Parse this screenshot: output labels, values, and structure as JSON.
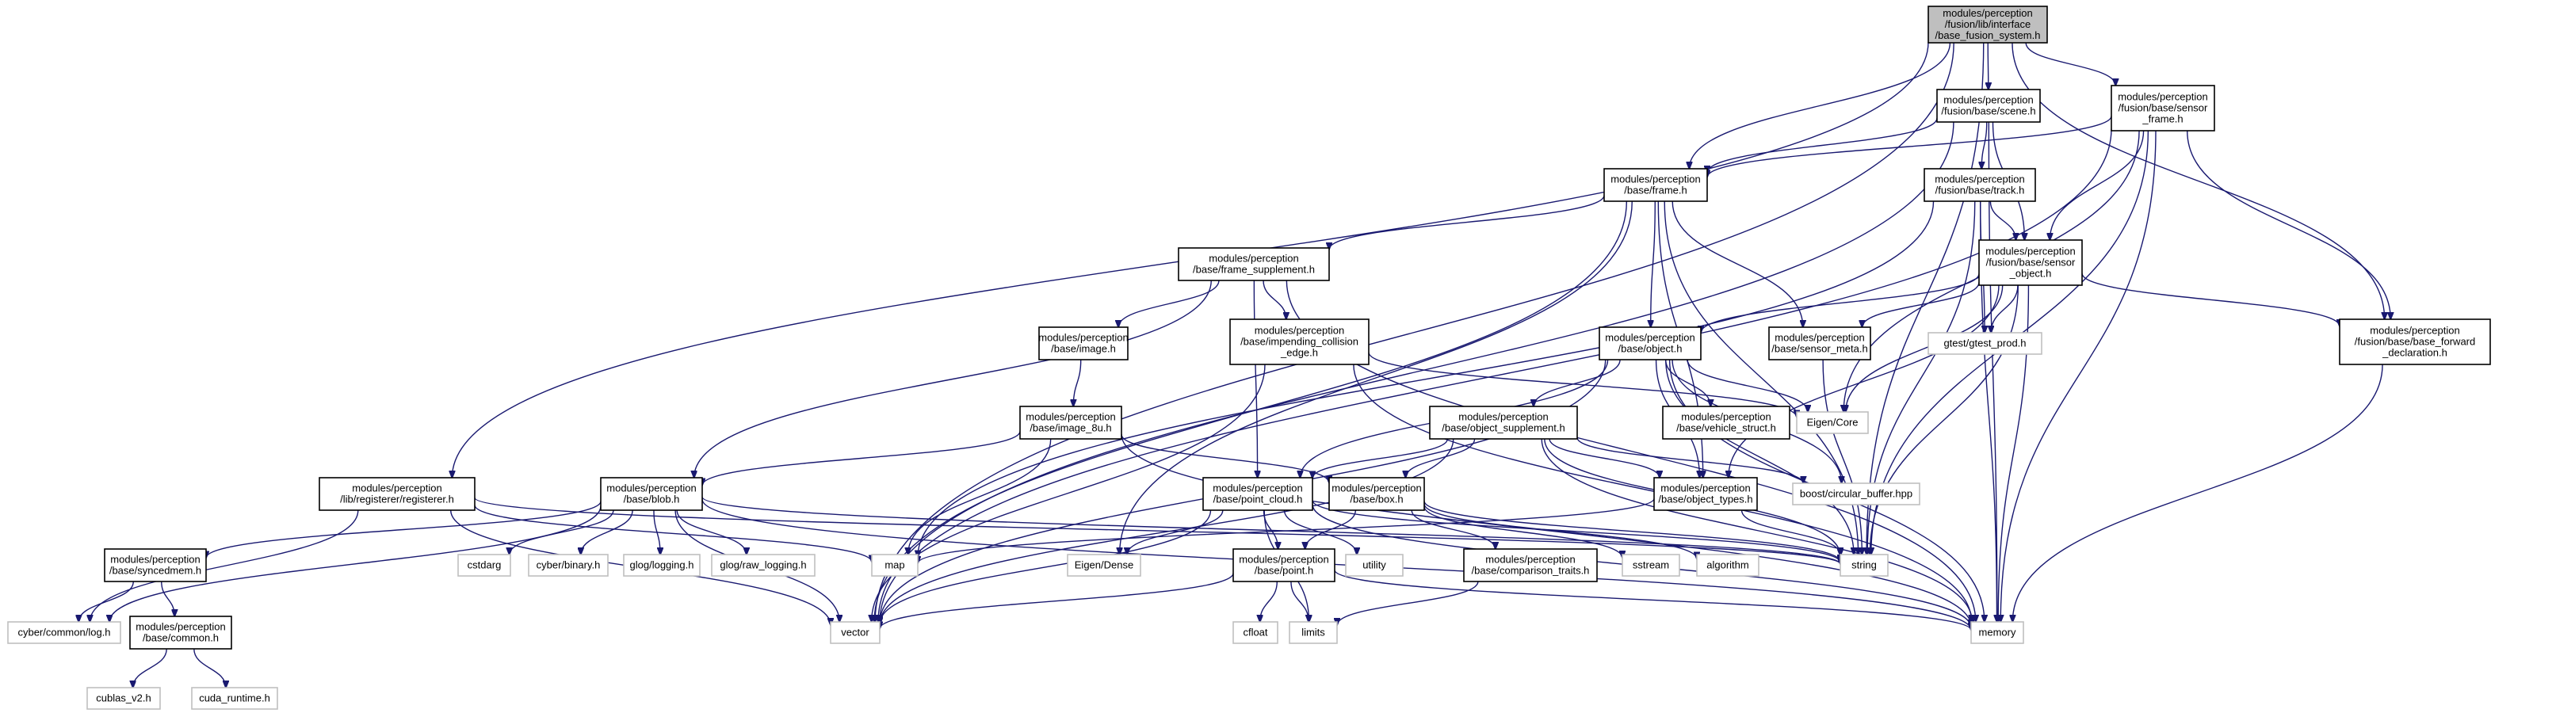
{
  "diagram": {
    "title": "",
    "edge_color": "#191970",
    "root_fill": "#bfbfbf",
    "system_border": "#bfbfbf",
    "nodes": [
      {
        "id": "root",
        "lines": [
          "modules/perception",
          "/fusion/lib/interface",
          "/base_fusion_system.h"
        ],
        "style": "root"
      },
      {
        "id": "scene",
        "lines": [
          "modules/perception",
          "/fusion/base/scene.h"
        ],
        "style": "local"
      },
      {
        "id": "sframe",
        "lines": [
          "modules/perception",
          "/fusion/base/sensor",
          "_frame.h"
        ],
        "style": "local"
      },
      {
        "id": "frame",
        "lines": [
          "modules/perception",
          "/base/frame.h"
        ],
        "style": "local"
      },
      {
        "id": "track",
        "lines": [
          "modules/perception",
          "/fusion/base/track.h"
        ],
        "style": "local"
      },
      {
        "id": "fsupp",
        "lines": [
          "modules/perception",
          "/base/frame_supplement.h"
        ],
        "style": "local"
      },
      {
        "id": "sobj",
        "lines": [
          "modules/perception",
          "/fusion/base/sensor",
          "_object.h"
        ],
        "style": "local"
      },
      {
        "id": "image",
        "lines": [
          "modules/perception",
          "/base/image.h"
        ],
        "style": "local"
      },
      {
        "id": "impend",
        "lines": [
          "modules/perception",
          "/base/impending_collision",
          "_edge.h"
        ],
        "style": "local"
      },
      {
        "id": "object",
        "lines": [
          "modules/perception",
          "/base/object.h"
        ],
        "style": "local"
      },
      {
        "id": "smeta",
        "lines": [
          "modules/perception",
          "/base/sensor_meta.h"
        ],
        "style": "local"
      },
      {
        "id": "gtest",
        "lines": [
          "gtest/gtest_prod.h"
        ],
        "style": "system"
      },
      {
        "id": "bfwd",
        "lines": [
          "modules/perception",
          "/fusion/base/base_forward",
          "_declaration.h"
        ],
        "style": "local"
      },
      {
        "id": "image8u",
        "lines": [
          "modules/perception",
          "/base/image_8u.h"
        ],
        "style": "local"
      },
      {
        "id": "vstruct",
        "lines": [
          "modules/perception",
          "/base/vehicle_struct.h"
        ],
        "style": "local"
      },
      {
        "id": "eigencore",
        "lines": [
          "Eigen/Core"
        ],
        "style": "system"
      },
      {
        "id": "osupp",
        "lines": [
          "modules/perception",
          "/base/object_supplement.h"
        ],
        "style": "local"
      },
      {
        "id": "registerer",
        "lines": [
          "modules/perception",
          "/lib/registerer/registerer.h"
        ],
        "style": "local"
      },
      {
        "id": "blob",
        "lines": [
          "modules/perception",
          "/base/blob.h"
        ],
        "style": "local"
      },
      {
        "id": "pcloud",
        "lines": [
          "modules/perception",
          "/base/point_cloud.h"
        ],
        "style": "local"
      },
      {
        "id": "box",
        "lines": [
          "modules/perception",
          "/base/box.h"
        ],
        "style": "local"
      },
      {
        "id": "otypes",
        "lines": [
          "modules/perception",
          "/base/object_types.h"
        ],
        "style": "local"
      },
      {
        "id": "circbuf",
        "lines": [
          "boost/circular_buffer.hpp"
        ],
        "style": "system"
      },
      {
        "id": "syncedmem",
        "lines": [
          "modules/perception",
          "/base/syncedmem.h"
        ],
        "style": "local"
      },
      {
        "id": "cstdarg",
        "lines": [
          "cstdarg"
        ],
        "style": "system"
      },
      {
        "id": "cyberbinary",
        "lines": [
          "cyber/binary.h"
        ],
        "style": "system"
      },
      {
        "id": "glog",
        "lines": [
          "glog/logging.h"
        ],
        "style": "system"
      },
      {
        "id": "glograw",
        "lines": [
          "glog/raw_logging.h"
        ],
        "style": "system"
      },
      {
        "id": "map",
        "lines": [
          "map"
        ],
        "style": "system"
      },
      {
        "id": "eigendense",
        "lines": [
          "Eigen/Dense"
        ],
        "style": "system"
      },
      {
        "id": "point",
        "lines": [
          "modules/perception",
          "/base/point.h"
        ],
        "style": "local"
      },
      {
        "id": "utility",
        "lines": [
          "utility"
        ],
        "style": "system"
      },
      {
        "id": "comptraits",
        "lines": [
          "modules/perception",
          "/base/comparison_traits.h"
        ],
        "style": "local"
      },
      {
        "id": "sstream",
        "lines": [
          "sstream"
        ],
        "style": "system"
      },
      {
        "id": "algorithm",
        "lines": [
          "algorithm"
        ],
        "style": "system"
      },
      {
        "id": "string",
        "lines": [
          "string"
        ],
        "style": "system"
      },
      {
        "id": "cyberlog",
        "lines": [
          "cyber/common/log.h"
        ],
        "style": "system"
      },
      {
        "id": "common",
        "lines": [
          "modules/perception",
          "/base/common.h"
        ],
        "style": "local"
      },
      {
        "id": "vector",
        "lines": [
          "vector"
        ],
        "style": "system"
      },
      {
        "id": "cfloat",
        "lines": [
          "cfloat"
        ],
        "style": "system"
      },
      {
        "id": "limits",
        "lines": [
          "limits"
        ],
        "style": "system"
      },
      {
        "id": "memory",
        "lines": [
          "memory"
        ],
        "style": "system"
      },
      {
        "id": "cublas",
        "lines": [
          "cublas_v2.h"
        ],
        "style": "system"
      },
      {
        "id": "cudart",
        "lines": [
          "cuda_runtime.h"
        ],
        "style": "system"
      }
    ],
    "edges": [
      [
        "root",
        "scene"
      ],
      [
        "root",
        "sframe"
      ],
      [
        "root",
        "frame"
      ],
      [
        "root",
        "registerer"
      ],
      [
        "root",
        "vector"
      ],
      [
        "root",
        "string"
      ],
      [
        "root",
        "bfwd"
      ],
      [
        "scene",
        "frame"
      ],
      [
        "scene",
        "track"
      ],
      [
        "scene",
        "sobj"
      ],
      [
        "scene",
        "vector"
      ],
      [
        "scene",
        "memory"
      ],
      [
        "sframe",
        "frame"
      ],
      [
        "sframe",
        "sobj"
      ],
      [
        "sframe",
        "bfwd"
      ],
      [
        "sframe",
        "eigencore"
      ],
      [
        "sframe",
        "string"
      ],
      [
        "sframe",
        "vector"
      ],
      [
        "sframe",
        "memory"
      ],
      [
        "frame",
        "fsupp"
      ],
      [
        "frame",
        "object"
      ],
      [
        "frame",
        "smeta"
      ],
      [
        "frame",
        "otypes"
      ],
      [
        "frame",
        "vector"
      ],
      [
        "frame",
        "eigendense"
      ],
      [
        "frame",
        "string"
      ],
      [
        "track",
        "sobj"
      ],
      [
        "track",
        "gtest"
      ],
      [
        "track",
        "map"
      ],
      [
        "track",
        "string"
      ],
      [
        "track",
        "memory"
      ],
      [
        "fsupp",
        "image"
      ],
      [
        "fsupp",
        "impend"
      ],
      [
        "fsupp",
        "blob"
      ],
      [
        "fsupp",
        "pcloud"
      ],
      [
        "fsupp",
        "memory"
      ],
      [
        "sobj",
        "object"
      ],
      [
        "sobj",
        "smeta"
      ],
      [
        "sobj",
        "gtest"
      ],
      [
        "sobj",
        "bfwd"
      ],
      [
        "sobj",
        "eigencore"
      ],
      [
        "sobj",
        "string"
      ],
      [
        "sobj",
        "memory"
      ],
      [
        "sobj",
        "otypes"
      ],
      [
        "image",
        "image8u"
      ],
      [
        "image8u",
        "blob"
      ],
      [
        "image8u",
        "box"
      ],
      [
        "image8u",
        "map"
      ],
      [
        "image8u",
        "memory"
      ],
      [
        "impend",
        "eigencore"
      ],
      [
        "impend",
        "vector"
      ],
      [
        "impend",
        "memory"
      ],
      [
        "object",
        "osupp"
      ],
      [
        "object",
        "vstruct"
      ],
      [
        "object",
        "otypes"
      ],
      [
        "object",
        "eigencore"
      ],
      [
        "object",
        "circbuf"
      ],
      [
        "object",
        "pcloud"
      ],
      [
        "object",
        "string"
      ],
      [
        "object",
        "vector"
      ],
      [
        "object",
        "memory"
      ],
      [
        "smeta",
        "string"
      ],
      [
        "bfwd",
        "memory"
      ],
      [
        "osupp",
        "box"
      ],
      [
        "osupp",
        "otypes"
      ],
      [
        "osupp",
        "circbuf"
      ],
      [
        "osupp",
        "pcloud"
      ],
      [
        "osupp",
        "vector"
      ],
      [
        "osupp",
        "string"
      ],
      [
        "osupp",
        "memory"
      ],
      [
        "registerer",
        "map"
      ],
      [
        "registerer",
        "string"
      ],
      [
        "registerer",
        "vector"
      ],
      [
        "registerer",
        "cyberlog"
      ],
      [
        "blob",
        "syncedmem"
      ],
      [
        "blob",
        "cstdarg"
      ],
      [
        "blob",
        "cyberbinary"
      ],
      [
        "blob",
        "glog"
      ],
      [
        "blob",
        "glograw"
      ],
      [
        "blob",
        "vector"
      ],
      [
        "blob",
        "string"
      ],
      [
        "blob",
        "memory"
      ],
      [
        "blob",
        "cyberlog"
      ],
      [
        "pcloud",
        "point"
      ],
      [
        "pcloud",
        "eigendense"
      ],
      [
        "pcloud",
        "utility"
      ],
      [
        "pcloud",
        "vector"
      ],
      [
        "pcloud",
        "string"
      ],
      [
        "pcloud",
        "limits"
      ],
      [
        "pcloud",
        "memory"
      ],
      [
        "box",
        "point"
      ],
      [
        "box",
        "comptraits"
      ],
      [
        "box",
        "sstream"
      ],
      [
        "box",
        "algorithm"
      ],
      [
        "box",
        "string"
      ],
      [
        "otypes",
        "string"
      ],
      [
        "otypes",
        "map"
      ],
      [
        "syncedmem",
        "common"
      ],
      [
        "syncedmem",
        "cyberlog"
      ],
      [
        "point",
        "cfloat"
      ],
      [
        "point",
        "limits"
      ],
      [
        "point",
        "vector"
      ],
      [
        "point",
        "memory"
      ],
      [
        "comptraits",
        "limits"
      ],
      [
        "common",
        "cublas"
      ],
      [
        "common",
        "cudart"
      ]
    ]
  }
}
